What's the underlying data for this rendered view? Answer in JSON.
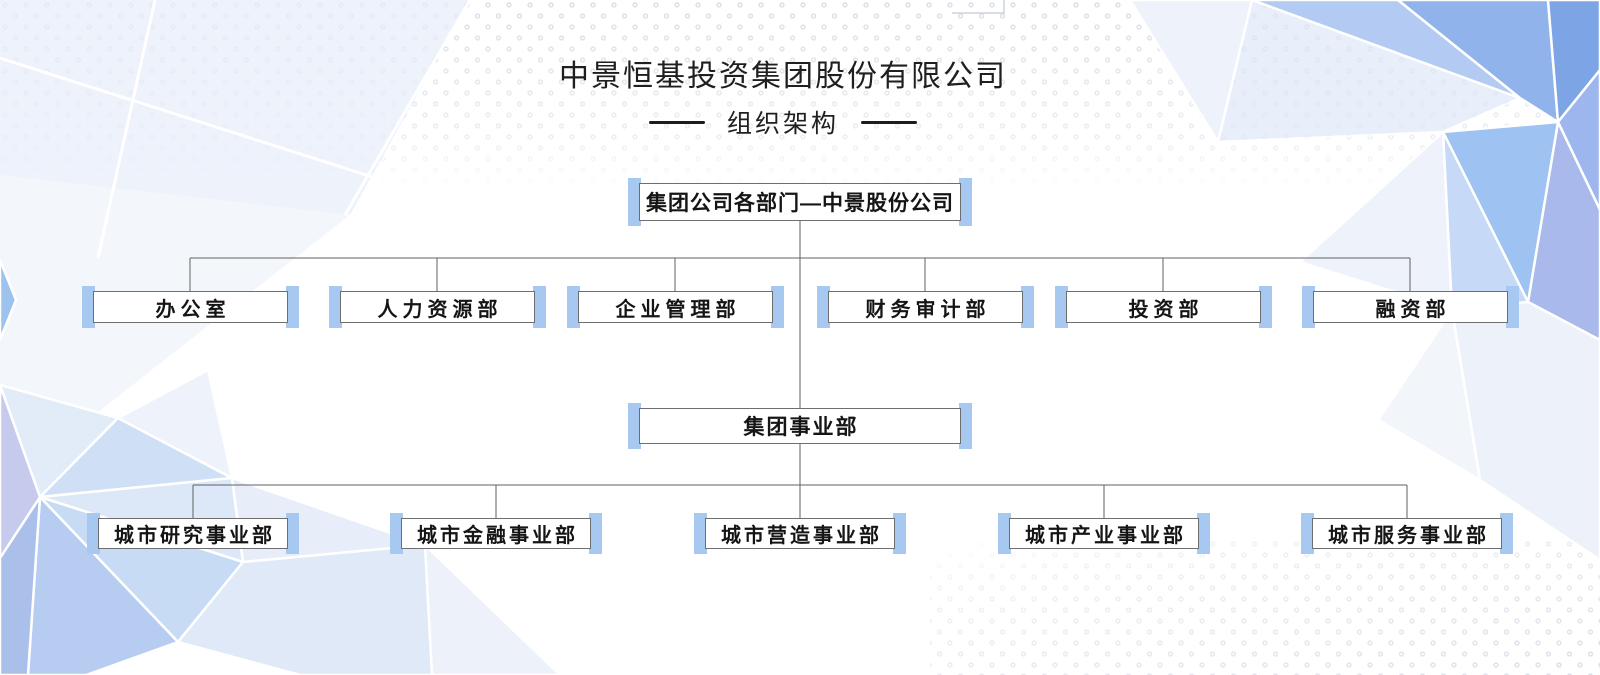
{
  "header": {
    "title": "中景恒基投资集团股份有限公司",
    "subtitle": "组织架构"
  },
  "org_chart": {
    "root_label": "集团公司各部门—中景股份公司",
    "departments": [
      "办公室",
      "人力资源部",
      "企业管理部",
      "财务审计部",
      "投资部",
      "融资部"
    ],
    "division_label": "集团事业部",
    "business_units": [
      "城市研究事业部",
      "城市金融事业部",
      "城市营造事业部",
      "城市产业事业部",
      "城市服务事业部"
    ]
  },
  "colors": {
    "accent_bar": "#a6c8f1",
    "box_border": "#6e6e6e",
    "connector": "#606060",
    "title_text": "#1f1f1f",
    "box_text": "#151515"
  }
}
